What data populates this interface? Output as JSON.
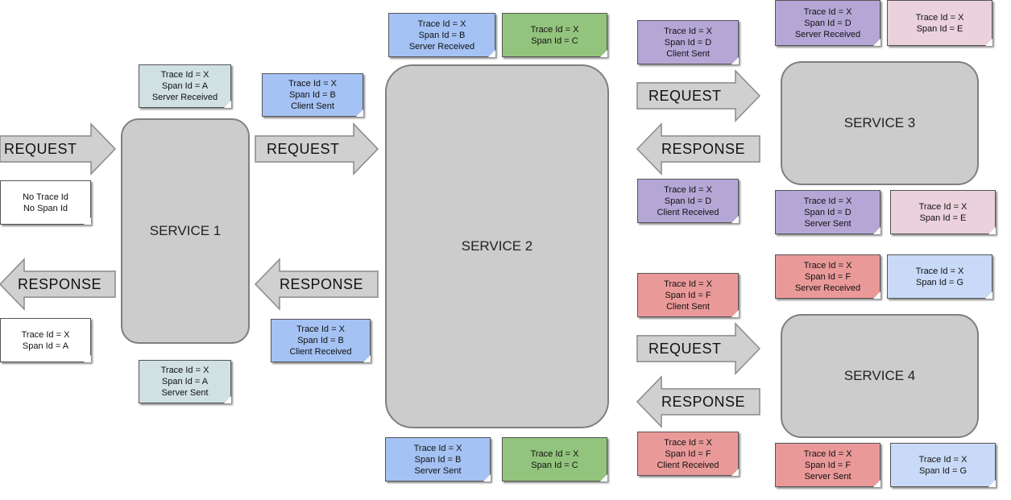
{
  "colors": {
    "service_fill": "#cccccc",
    "arrow_fill": "#d0d0d0",
    "note_white": "#ffffff",
    "note_teal": "#d0e0e3",
    "note_blue": "#a4c2f4",
    "note_green": "#93c47d",
    "note_purple": "#b4a7d6",
    "note_pink": "#ead1dc",
    "note_red": "#ea9999",
    "note_lightblue": "#c9daf8"
  },
  "services": {
    "s1": "SERVICE 1",
    "s2": "SERVICE 2",
    "s3": "SERVICE 3",
    "s4": "SERVICE 4"
  },
  "arrows": {
    "a1": "REQUEST",
    "a2": "RESPONSE",
    "a3": "REQUEST",
    "a4": "RESPONSE",
    "a5": "REQUEST",
    "a6": "RESPONSE",
    "a7": "REQUEST",
    "a8": "RESPONSE"
  },
  "notes": {
    "no_ids": [
      "No Trace Id",
      "No Span Id"
    ],
    "s1_in_response": [
      "Trace Id = X",
      "Span Id = A"
    ],
    "s1_server_received": [
      "Trace Id = X",
      "Span Id = A",
      "Server Received"
    ],
    "s1_server_sent": [
      "Trace Id = X",
      "Span Id = A",
      "Server Sent"
    ],
    "s2_client_sent": [
      "Trace Id = X",
      "Span Id = B",
      "Client Sent"
    ],
    "s2_client_received": [
      "Trace Id = X",
      "Span Id = B",
      "Client Received"
    ],
    "s2_server_received": [
      "Trace Id = X",
      "Span Id = B",
      "Server Received"
    ],
    "s2_span_c_top": [
      "Trace Id = X",
      "Span Id = C"
    ],
    "s2_server_sent": [
      "Trace Id = X",
      "Span Id = B",
      "Server Sent"
    ],
    "s2_span_c_bottom": [
      "Trace Id = X",
      "Span Id = C"
    ],
    "s3_client_sent": [
      "Trace Id = X",
      "Span Id = D",
      "Client Sent"
    ],
    "s3_client_received": [
      "Trace Id = X",
      "Span Id = D",
      "Client Received"
    ],
    "s3_server_received": [
      "Trace Id = X",
      "Span Id = D",
      "Server Received"
    ],
    "s3_span_e_top": [
      "Trace Id = X",
      "Span Id = E"
    ],
    "s3_server_sent": [
      "Trace Id = X",
      "Span Id = D",
      "Server Sent"
    ],
    "s3_span_e_bottom": [
      "Trace Id = X",
      "Span Id = E"
    ],
    "s4_client_sent": [
      "Trace Id = X",
      "Span Id = F",
      "Client Sent"
    ],
    "s4_client_received": [
      "Trace Id = X",
      "Span Id = F",
      "Client Received"
    ],
    "s4_server_received": [
      "Trace Id = X",
      "Span Id = F",
      "Server Received"
    ],
    "s4_span_g_top": [
      "Trace Id = X",
      "Span Id = G"
    ],
    "s4_server_sent": [
      "Trace Id = X",
      "Span Id = F",
      "Server Sent"
    ],
    "s4_span_g_bottom": [
      "Trace Id = X",
      "Span Id = G"
    ]
  }
}
